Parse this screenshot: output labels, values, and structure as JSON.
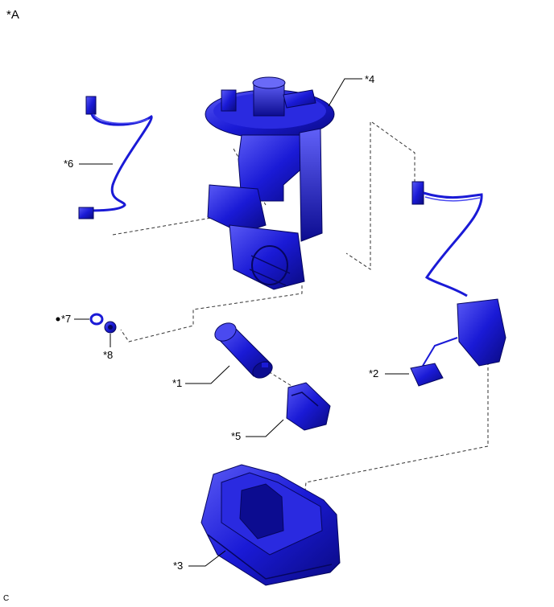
{
  "view_label": "*A",
  "corner_code": "C",
  "callouts": {
    "c1": "*1",
    "c2": "*2",
    "c3": "*3",
    "c4": "*4",
    "c5": "*5",
    "c6": "*6",
    "c7": "*7",
    "c8": "*8"
  },
  "colors": {
    "part_fill": "#1a1ad6",
    "part_dark": "#0c0c8a",
    "part_light": "#4a4af0",
    "leader": "#000000"
  }
}
